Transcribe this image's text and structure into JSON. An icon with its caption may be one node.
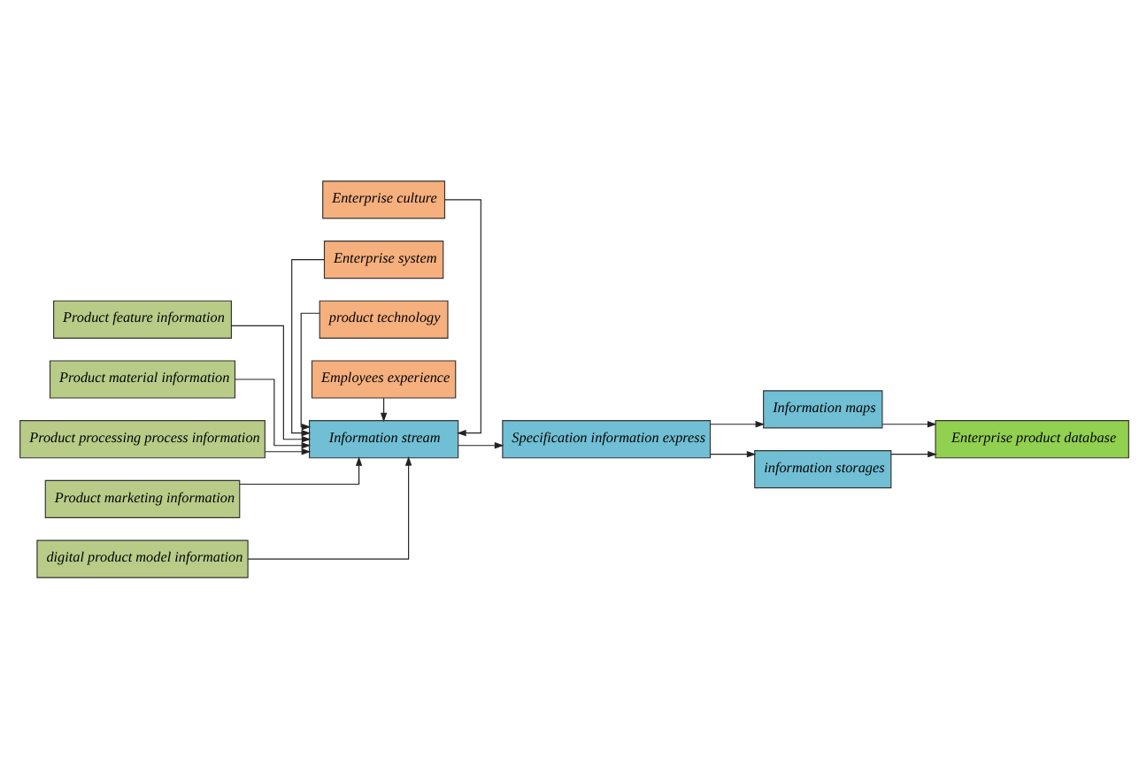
{
  "diagram": {
    "nodes": [
      {
        "text": [
          "Product feature information"
        ]
      },
      {
        "text": [
          "Product material information"
        ]
      },
      {
        "text": [
          "Product processing process information"
        ]
      },
      {
        "text": [
          "Product marketing information"
        ]
      },
      {
        "text": [
          "digital product model information"
        ]
      },
      {
        "text": [
          "Enterprise culture"
        ]
      },
      {
        "text": [
          "Enterprise system"
        ]
      },
      {
        "text": [
          "Information stream"
        ]
      },
      {
        "text": [
          "product technology"
        ]
      },
      {
        "text": [
          "Employees experience"
        ]
      },
      {
        "text": [
          "Specification information express"
        ]
      },
      {
        "text": [
          "Information maps"
        ]
      },
      {
        "text": [
          "information storages"
        ]
      },
      {
        "text": [
          "Enterprise product database"
        ]
      }
    ],
    "edges": [
      {
        "from": 0,
        "to": 7,
        "arrow": "to"
      },
      {
        "from": 1,
        "to": 7,
        "arrow": "to"
      },
      {
        "from": 2,
        "to": 7,
        "arrow": "to"
      },
      {
        "from": 3,
        "to": 7,
        "arrow": "to"
      },
      {
        "from": 4,
        "to": 7,
        "arrow": "to"
      },
      {
        "from": 5,
        "to": 7,
        "arrow": "to"
      },
      {
        "from": 6,
        "to": 7,
        "arrow": "to"
      },
      {
        "from": 8,
        "to": 7,
        "arrow": "to"
      },
      {
        "from": 9,
        "to": 7,
        "arrow": "to"
      },
      {
        "from": 7,
        "to": 10,
        "arrow": "to"
      },
      {
        "from": 10,
        "to": 11,
        "arrow": "to"
      },
      {
        "from": 10,
        "to": 12,
        "arrow": "to"
      },
      {
        "from": 11,
        "to": 13,
        "arrow": "to"
      },
      {
        "from": 12,
        "to": 13,
        "arrow": "to"
      }
    ]
  }
}
